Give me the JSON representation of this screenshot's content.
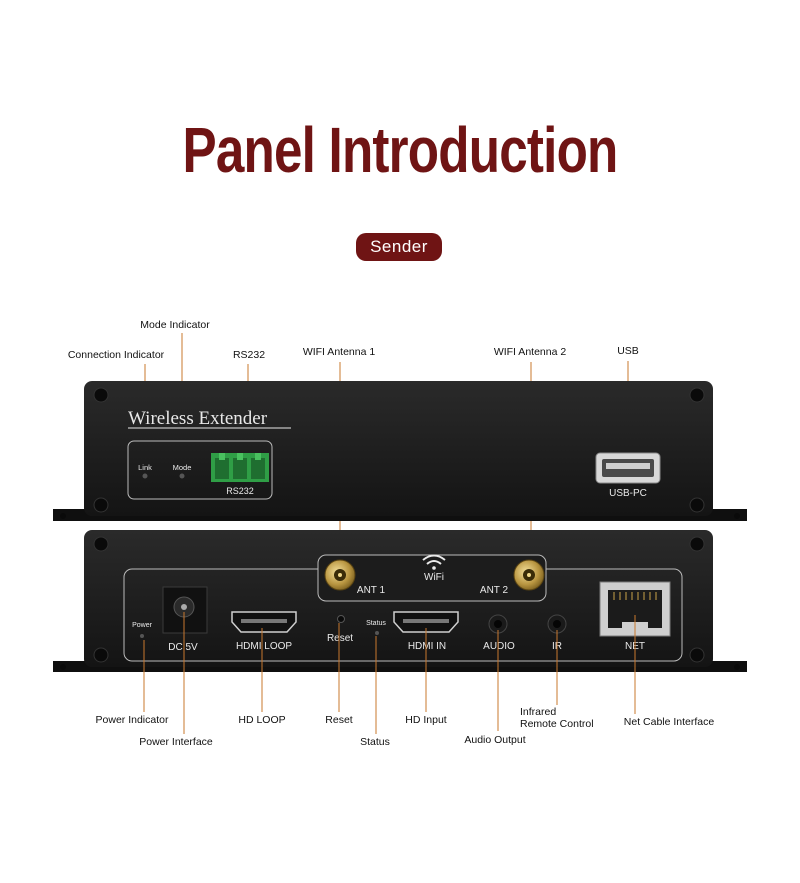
{
  "title": "Panel Introduction",
  "badge": "Sender",
  "colors": {
    "title": "#6f1414",
    "badge": "#6f1414",
    "callout_line": "#c8782e",
    "chassis": "#1b1b1b"
  },
  "front_panel": {
    "brand": "Wireless Extender",
    "led_link": "Link",
    "led_mode": "Mode",
    "port_rs232": "RS232",
    "port_usb": "USB-PC"
  },
  "rear_panel": {
    "power_led": "Power",
    "dc": "DC 5V",
    "hdmi_loop": "HDMI LOOP",
    "reset": "Reset",
    "status": "Status",
    "hdmi_in": "HDMI IN",
    "audio": "AUDIO",
    "ir": "IR",
    "net": "NET",
    "wifi": "WiFi",
    "ant1": "ANT 1",
    "ant2": "ANT 2"
  },
  "callouts_top": {
    "mode_indicator": "Mode Indicator",
    "connection_indicator": "Connection Indicator",
    "rs232": "RS232",
    "wifi_antenna_1": "WIFI Antenna 1",
    "wifi_antenna_2": "WIFI Antenna 2",
    "usb": "USB"
  },
  "callouts_bottom": {
    "power_indicator": "Power Indicator",
    "power_interface": "Power Interface",
    "hd_loop": "HD LOOP",
    "reset": "Reset",
    "status": "Status",
    "hd_input": "HD Input",
    "audio_output": "Audio Output",
    "infrared_line1": "Infrared",
    "infrared_line2": "Remote Control",
    "net_cable": "Net Cable Interface"
  }
}
